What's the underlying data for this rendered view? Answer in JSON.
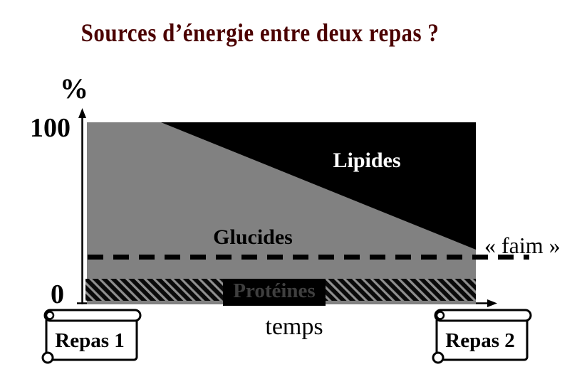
{
  "title": "Sources d’énergie entre deux repas ?",
  "axis": {
    "unit": "%",
    "tick_top": "100",
    "tick_bottom": "0",
    "x_label": "temps"
  },
  "regions": {
    "lipides": "Lipides",
    "glucides": "Glucides",
    "proteines": "Protéines"
  },
  "threshold_label": "« faim »",
  "meal_markers": {
    "repas1": "Repas 1",
    "repas2": "Repas 2"
  },
  "colors": {
    "background": "#ffffff",
    "title_text": "#4b0000",
    "glucides_fill": "#818181",
    "lipides_fill": "#000000",
    "proteines_band": "hatched gray on black",
    "proteines_text": "#3f3f3f",
    "axis_and_dashes": "#000000",
    "lipides_text": "#ffffff"
  },
  "chart_data": {
    "type": "area",
    "title": "Sources d’énergie entre deux repas ?",
    "ylabel": "%",
    "xlabel": "temps",
    "ylim": [
      0,
      100
    ],
    "y_ticks": [
      100,
      0
    ],
    "x_span_labels": [
      "Repas 1",
      "Repas 2"
    ],
    "grid": false,
    "series": [
      {
        "name": "Protéines",
        "role": "bottom band",
        "share_pct_at_start": 12,
        "share_pct_at_end": 12,
        "style": "black band with gray diagonal hatching"
      },
      {
        "name": "Glucides",
        "role": "middle area",
        "share_pct_at_start": 88,
        "share_pct_at_end": 17,
        "style": "solid gray, decreases over time"
      },
      {
        "name": "Lipides",
        "role": "top area",
        "share_pct_at_start": 0,
        "share_pct_at_end": 71,
        "style": "solid black, zero until ~19% of time span then grows linearly"
      }
    ],
    "annotations": [
      {
        "label": "« faim »",
        "type": "dashed horizontal threshold line",
        "y_pct": 25,
        "extends_beyond_plot_right": true
      }
    ],
    "legend_position": "labels drawn inside areas"
  }
}
